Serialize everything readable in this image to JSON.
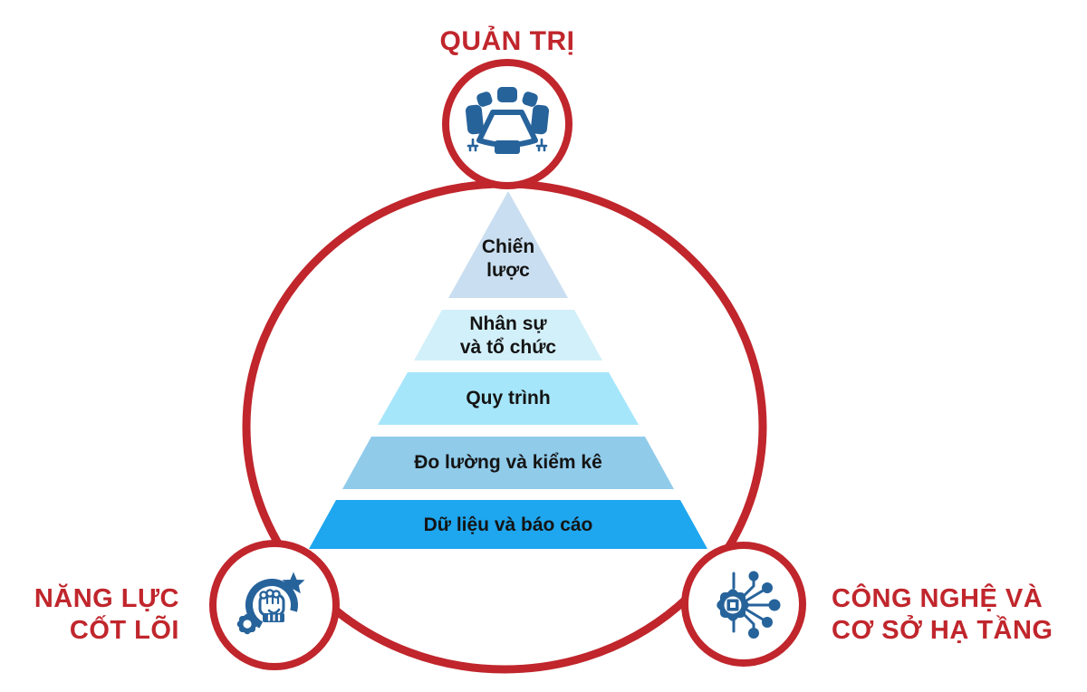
{
  "palette": {
    "red": "#c0262c",
    "icon_blue": "#27639b",
    "text_dark": "#141414",
    "white": "#ffffff"
  },
  "nodes": {
    "top": {
      "label": "QUẢN TRỊ",
      "icon": "meeting-table-icon"
    },
    "bottom_left": {
      "label": "NĂNG LỰC\nCỐT LÕI",
      "icon": "fist-star-gear-icon"
    },
    "bottom_right": {
      "label": "CÔNG NGHỆ VÀ\nCƠ SỞ HẠ TẦNG",
      "icon": "gear-chip-network-icon"
    }
  },
  "pyramid": {
    "layers": [
      {
        "label": "Chiến\nlược",
        "color": "#c9def0"
      },
      {
        "label": "Nhân sự\nvà tổ chức",
        "color": "#d2f0f9"
      },
      {
        "label": "Quy trình",
        "color": "#a6e6fa"
      },
      {
        "label": "Đo lường và kiểm kê",
        "color": "#90cbea"
      },
      {
        "label": "Dữ liệu và báo cáo",
        "color": "#1ea6ef"
      }
    ]
  }
}
